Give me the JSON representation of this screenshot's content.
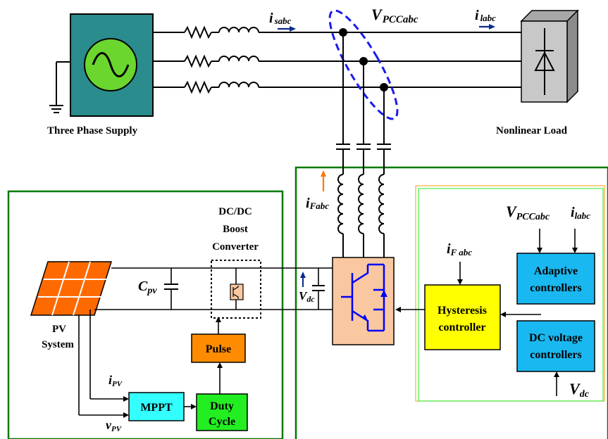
{
  "supply": {
    "label": "Three Phase Supply"
  },
  "load": {
    "label": "Nonlinear Load"
  },
  "currents": {
    "i_s": {
      "base": "i",
      "sub": "sabc"
    },
    "i_l": {
      "base": "i",
      "sub": "labc"
    },
    "i_f": {
      "base": "i",
      "sub": "Fabc"
    }
  },
  "vpcc": {
    "base": "V",
    "sub": "PCCabc"
  },
  "pv": {
    "line1": "PV",
    "line2": "System"
  },
  "cpv": {
    "base": "C",
    "sub": "pv"
  },
  "converter": {
    "line1": "DC/DC",
    "line2": "Boost",
    "line3": "Converter"
  },
  "vdc_dc_link": {
    "base": "V",
    "sub": "dc"
  },
  "boxes": {
    "pulse": "Pulse",
    "mppt": "MPPT",
    "duty": {
      "line1": "Duty",
      "line2": "Cycle"
    },
    "hysteresis": {
      "line1": "Hysteresis",
      "line2": "controller"
    },
    "adaptive": {
      "line1": "Adaptive",
      "line2": "controllers"
    },
    "dcv": {
      "line1": "DC voltage",
      "line2": "controllers"
    }
  },
  "ipv": {
    "base": "i",
    "sub": "PV"
  },
  "vpv": {
    "base": "v",
    "sub": "PV"
  },
  "ctrl_inputs": {
    "i_f": {
      "base": "i",
      "sub": "F abc"
    },
    "vpcc": {
      "base": "V",
      "sub": "PCCabc"
    },
    "il": {
      "base": "i",
      "sub": "labc"
    },
    "vdc": {
      "base": "V",
      "sub": "dc"
    }
  },
  "colors": {
    "supply_box": "#2a8c8c",
    "sine_circle": "#6bd62e",
    "load_box": "#c8c8c8",
    "pv_panel": "#ff6a00",
    "inverter_box": "#f9c8a0",
    "switch_color": "#0000ff",
    "pulse_box": "#ff8c00",
    "mppt_box": "#33ffff",
    "duty_box": "#22ee22",
    "hysteresis_box": "#ffff00",
    "controller_box": "#1ab8f0",
    "green_frame": "#007a00",
    "light_green_frame": "#44ee44",
    "orange_frame": "#ffaa33",
    "pcc_ellipse": "#1a1aee",
    "arrow_blue": "#0a2a8c",
    "arrow_orange": "#ff7700"
  }
}
